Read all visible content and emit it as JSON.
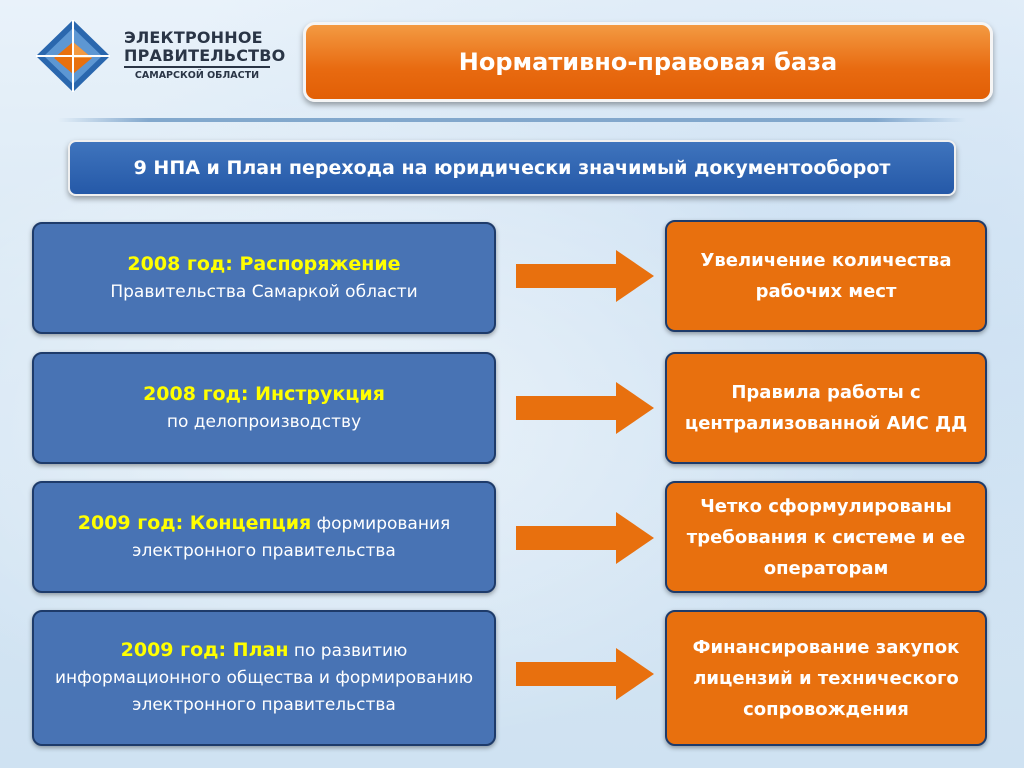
{
  "logo": {
    "line1": "ЭЛЕКТРОННОЕ",
    "line2": "ПРАВИТЕЛЬСТВО",
    "line3": "САМАРСКОЙ ОБЛАСТИ"
  },
  "title": "Нормативно-правовая база",
  "subtitle": "9 НПА и План перехода на юридически значимый документооборот",
  "rows": [
    {
      "left_year": "2008 год: Распоряжение",
      "left_text": "Правительства Самаркой области",
      "right_text": "Увеличение количества рабочих мест"
    },
    {
      "left_year": "2008 год: Инструкция",
      "left_text": "по делопроизводству",
      "right_text": "Правила работы с централизованной АИС ДД"
    },
    {
      "left_year": "2009 год: Концепция",
      "left_text": "формирования электронного правительства",
      "right_text": "Четко сформулированы требования к системе и ее операторам"
    },
    {
      "left_year": "2009 год: План",
      "left_text": "по развитию информационного общества и формированию электронного правительства",
      "right_text": "Финансирование закупок лицензий и технического сопровождения"
    }
  ],
  "colors": {
    "accent_orange": "#e8700e",
    "box_blue": "#4873b4",
    "year_yellow": "#ffff00"
  }
}
